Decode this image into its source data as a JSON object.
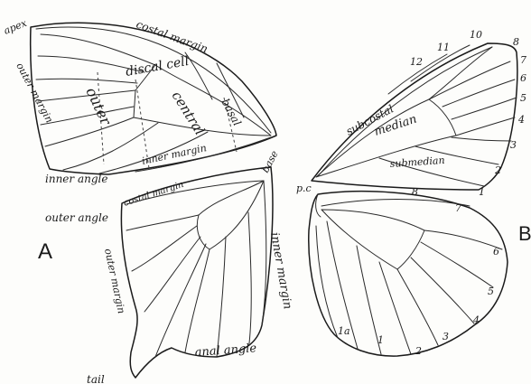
{
  "figure": {
    "panel_a_letter": "A",
    "panel_b_letter": "B",
    "forewing_a_labels": {
      "apex": "apex",
      "costal_margin": "costal margin",
      "outer_margin": "outer margin",
      "discal_cell": "discal cell",
      "outer": "outer",
      "central": "central",
      "basal": "basal",
      "inner_margin": "inner margin",
      "inner_angle": "inner angle"
    },
    "hindwing_a_labels": {
      "outer_angle": "outer angle",
      "costal_margin": "costal margin",
      "base": "base",
      "outer_margin": "outer margin",
      "inner_margin": "inner margin",
      "anal_angle": "anal angle",
      "tail": "tail"
    },
    "forewing_b_labels": {
      "subcostal": "subcostal",
      "median": "median",
      "submedian": "submedian",
      "vein_numbers": [
        "1",
        "2",
        "3",
        "4",
        "5",
        "6",
        "7",
        "8",
        "10",
        "11",
        "12"
      ]
    },
    "hindwing_b_labels": {
      "pc": "p.c",
      "vein_numbers": [
        "1",
        "1a",
        "2",
        "3",
        "4",
        "5",
        "6",
        "7",
        "8"
      ]
    }
  }
}
